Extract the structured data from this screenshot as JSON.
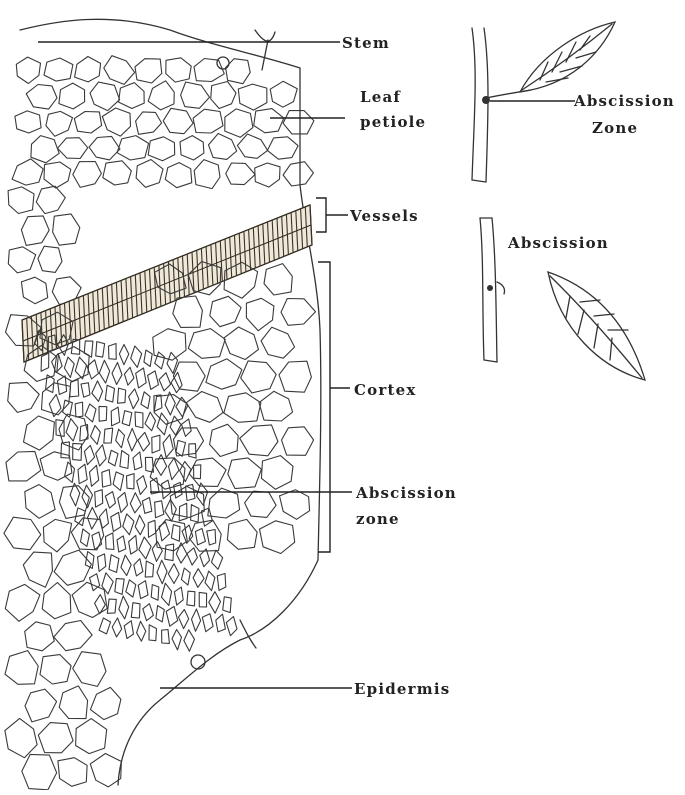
{
  "labels": {
    "stem": "Stem",
    "leaf_petiole_1": "Leaf",
    "leaf_petiole_2": "petiole",
    "vessels": "Vessels",
    "cortex": "Cortex",
    "abscission_zone_1": "Abscission",
    "abscission_zone_2": "zone",
    "epidermis": "Epidermis",
    "inset_top_1": "Abscission",
    "inset_top_2": "Zone",
    "inset_bottom": "Abscission"
  },
  "icons": [
    "tissue-section-drawing",
    "leaf-attached-icon",
    "detached-leaf-icon"
  ]
}
